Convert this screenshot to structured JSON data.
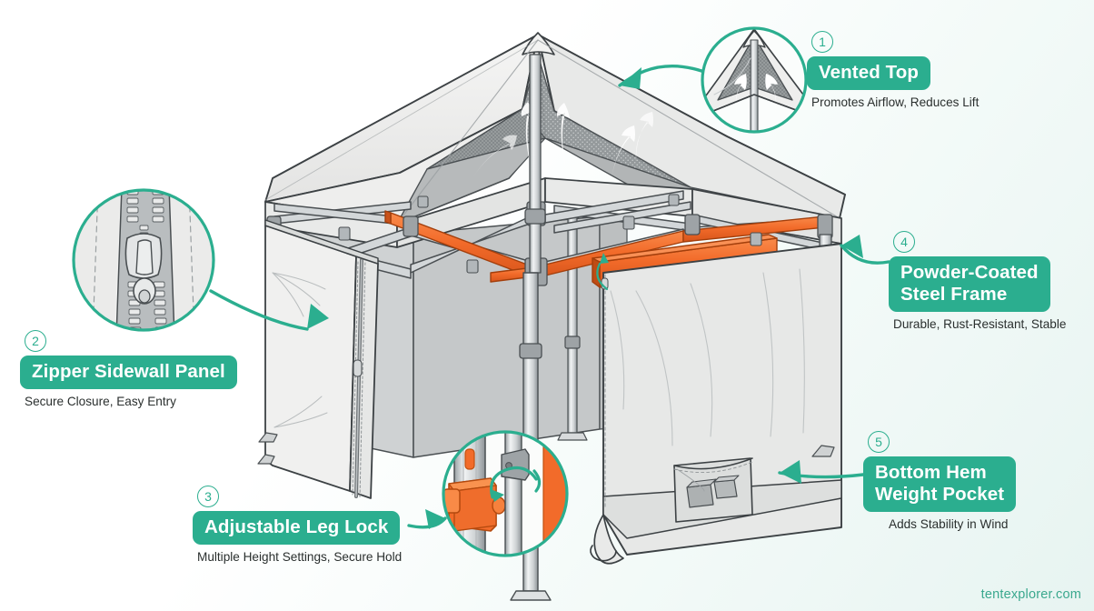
{
  "diagram": {
    "subject": "Pop-Up Canopy Tent",
    "watermark": "tentexplorer.com",
    "colors": {
      "accent_teal": "#2BAE8F",
      "frame_orange": "#F26B2A",
      "canopy_fabric": "#EDEDEC",
      "canopy_shade": "#B9BCBD",
      "outline": "#3c4144",
      "background_top": "#FFFFFF",
      "background_bottom": "#E7F4F1",
      "watermark_color": "#3AA88E"
    }
  },
  "callouts": [
    {
      "number": "1",
      "title": "Vented Top",
      "subtitle": "Promotes Airflow, Reduces Lift",
      "detail_circle": "vented-peak-with-mesh-and-airflow-arrows"
    },
    {
      "number": "2",
      "title": "Zipper Sidewall Panel",
      "subtitle": "Secure Closure, Easy Entry",
      "detail_circle": "zipper-teeth-with-pull-slider"
    },
    {
      "number": "3",
      "title": "Adjustable Leg Lock",
      "subtitle": "Multiple Height Settings, Secure Hold",
      "detail_circle": "orange-push-button-leg-lock-on-telescoping-pole"
    },
    {
      "number": "4",
      "title": "Powder-Coated\nSteel Frame",
      "subtitle": "Durable, Rust-Resistant, Stable",
      "detail_circle": "none"
    },
    {
      "number": "5",
      "title": "Bottom Hem\nWeight Pocket",
      "subtitle": "Adds Stability in Wind",
      "detail_circle": "none"
    }
  ]
}
